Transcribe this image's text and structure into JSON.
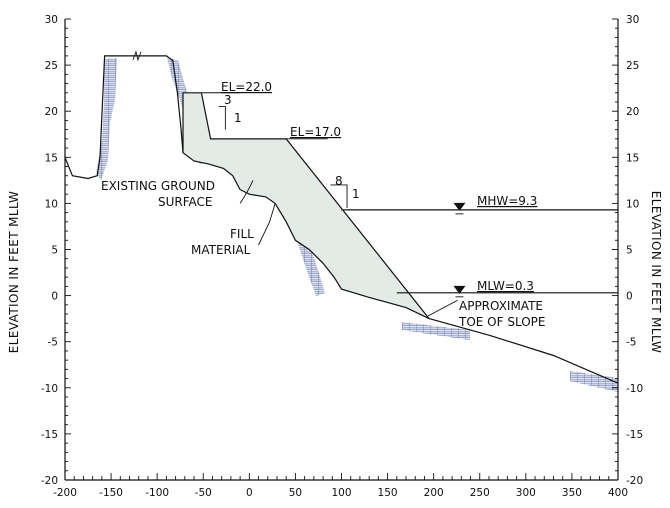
{
  "chart_data": {
    "type": "cross-section",
    "x_axis": {
      "ticks": [
        -200,
        -150,
        -100,
        -50,
        0,
        50,
        100,
        150,
        200,
        250,
        300,
        350,
        400
      ],
      "range": [
        -200,
        400
      ]
    },
    "y_axis": {
      "label_left": "ELEVATION IN FEET MLLW",
      "label_right": "ELEVATION IN FEET MLLW",
      "ticks": [
        -20,
        -15,
        -10,
        -5,
        0,
        5,
        10,
        15,
        20,
        25,
        30
      ],
      "range": [
        -20,
        30
      ]
    },
    "existing_ground": [
      [
        -200,
        15
      ],
      [
        -192,
        13
      ],
      [
        -175,
        12.7
      ],
      [
        -165,
        13
      ],
      [
        -162,
        15
      ],
      [
        -157,
        26
      ],
      [
        -136,
        26
      ],
      [
        -123,
        26
      ],
      [
        -115,
        26
      ],
      [
        -110,
        26
      ],
      [
        -90,
        26
      ],
      [
        -83,
        25.5
      ],
      [
        -78,
        22
      ],
      [
        -74,
        18
      ],
      [
        -72,
        15.5
      ],
      [
        -60,
        14.6
      ],
      [
        -45,
        14.3
      ],
      [
        -28,
        13.8
      ],
      [
        -18,
        13
      ],
      [
        -10,
        11.5
      ],
      [
        0,
        11
      ],
      [
        18,
        10.7
      ],
      [
        28,
        10
      ],
      [
        40,
        8
      ],
      [
        50,
        6
      ],
      [
        65,
        5
      ],
      [
        80,
        3.5
      ],
      [
        92,
        2
      ],
      [
        100,
        0.7
      ],
      [
        130,
        -0.2
      ],
      [
        170,
        -1.3
      ],
      [
        195,
        -2.5
      ],
      [
        260,
        -4.3
      ],
      [
        330,
        -6.5
      ],
      [
        400,
        -9.5
      ]
    ],
    "fill_section": [
      [
        -72,
        15.5
      ],
      [
        -72,
        22
      ],
      [
        -52,
        22
      ],
      [
        -42,
        17
      ],
      [
        40,
        17
      ],
      [
        195,
        -2.5
      ],
      [
        170,
        -1.3
      ],
      [
        130,
        -0.2
      ],
      [
        100,
        0.7
      ],
      [
        92,
        2
      ],
      [
        80,
        3.5
      ],
      [
        65,
        5
      ],
      [
        50,
        6
      ],
      [
        40,
        8
      ],
      [
        28,
        10
      ],
      [
        18,
        10.7
      ],
      [
        0,
        11
      ],
      [
        -10,
        11.5
      ],
      [
        -18,
        13
      ],
      [
        -28,
        13.8
      ],
      [
        -45,
        14.3
      ],
      [
        -60,
        14.6
      ]
    ],
    "water_levels": [
      {
        "label": "MHW=9.3",
        "elevation": 9.3
      },
      {
        "label": "MLW=0.3",
        "elevation": 0.3
      }
    ],
    "benches": [
      {
        "label": "EL=22.0",
        "elevation": 22.0
      },
      {
        "label": "EL=17.0",
        "elevation": 17.0
      }
    ],
    "slope_indicators": [
      {
        "run": "3",
        "rise": "1"
      },
      {
        "run": "8",
        "rise": "1"
      }
    ],
    "annotations": [
      {
        "lines": [
          "EXISTING GROUND",
          "SURFACE"
        ]
      },
      {
        "lines": [
          "FILL",
          "MATERIAL"
        ]
      },
      {
        "lines": [
          "APPROXIMATE",
          "TOE OF SLOPE"
        ]
      }
    ],
    "colors": {
      "fill": "#e3ebe6",
      "hatch": "#6f7fb0",
      "line": "#111111"
    }
  }
}
